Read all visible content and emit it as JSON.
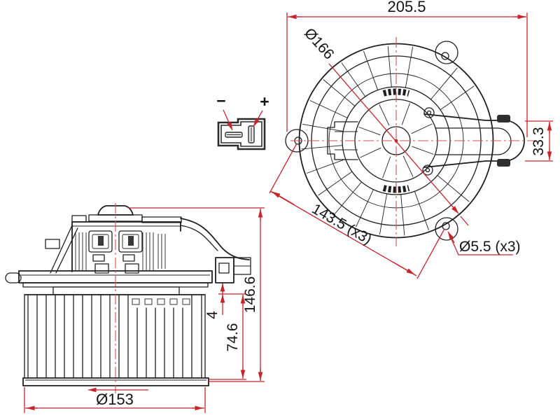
{
  "dimensions": {
    "overall_width": "205.5",
    "body_diameter": "Ø166",
    "mount_arm_height": "33.3",
    "mount_hole_spacing": "143.5 (x3)",
    "mount_hole_diameter": "Ø5.5 (x3)",
    "total_height": "146.6",
    "fan_height": "74.6",
    "flange_gap": "4",
    "fan_diameter": "Ø153"
  },
  "connector": {
    "negative_label": "−",
    "positive_label": "+"
  },
  "colors": {
    "drawing_line": "#1f1f1f",
    "dimension_red": "#c5262c",
    "centerline_red": "#d05050",
    "background": "#ffffff"
  }
}
